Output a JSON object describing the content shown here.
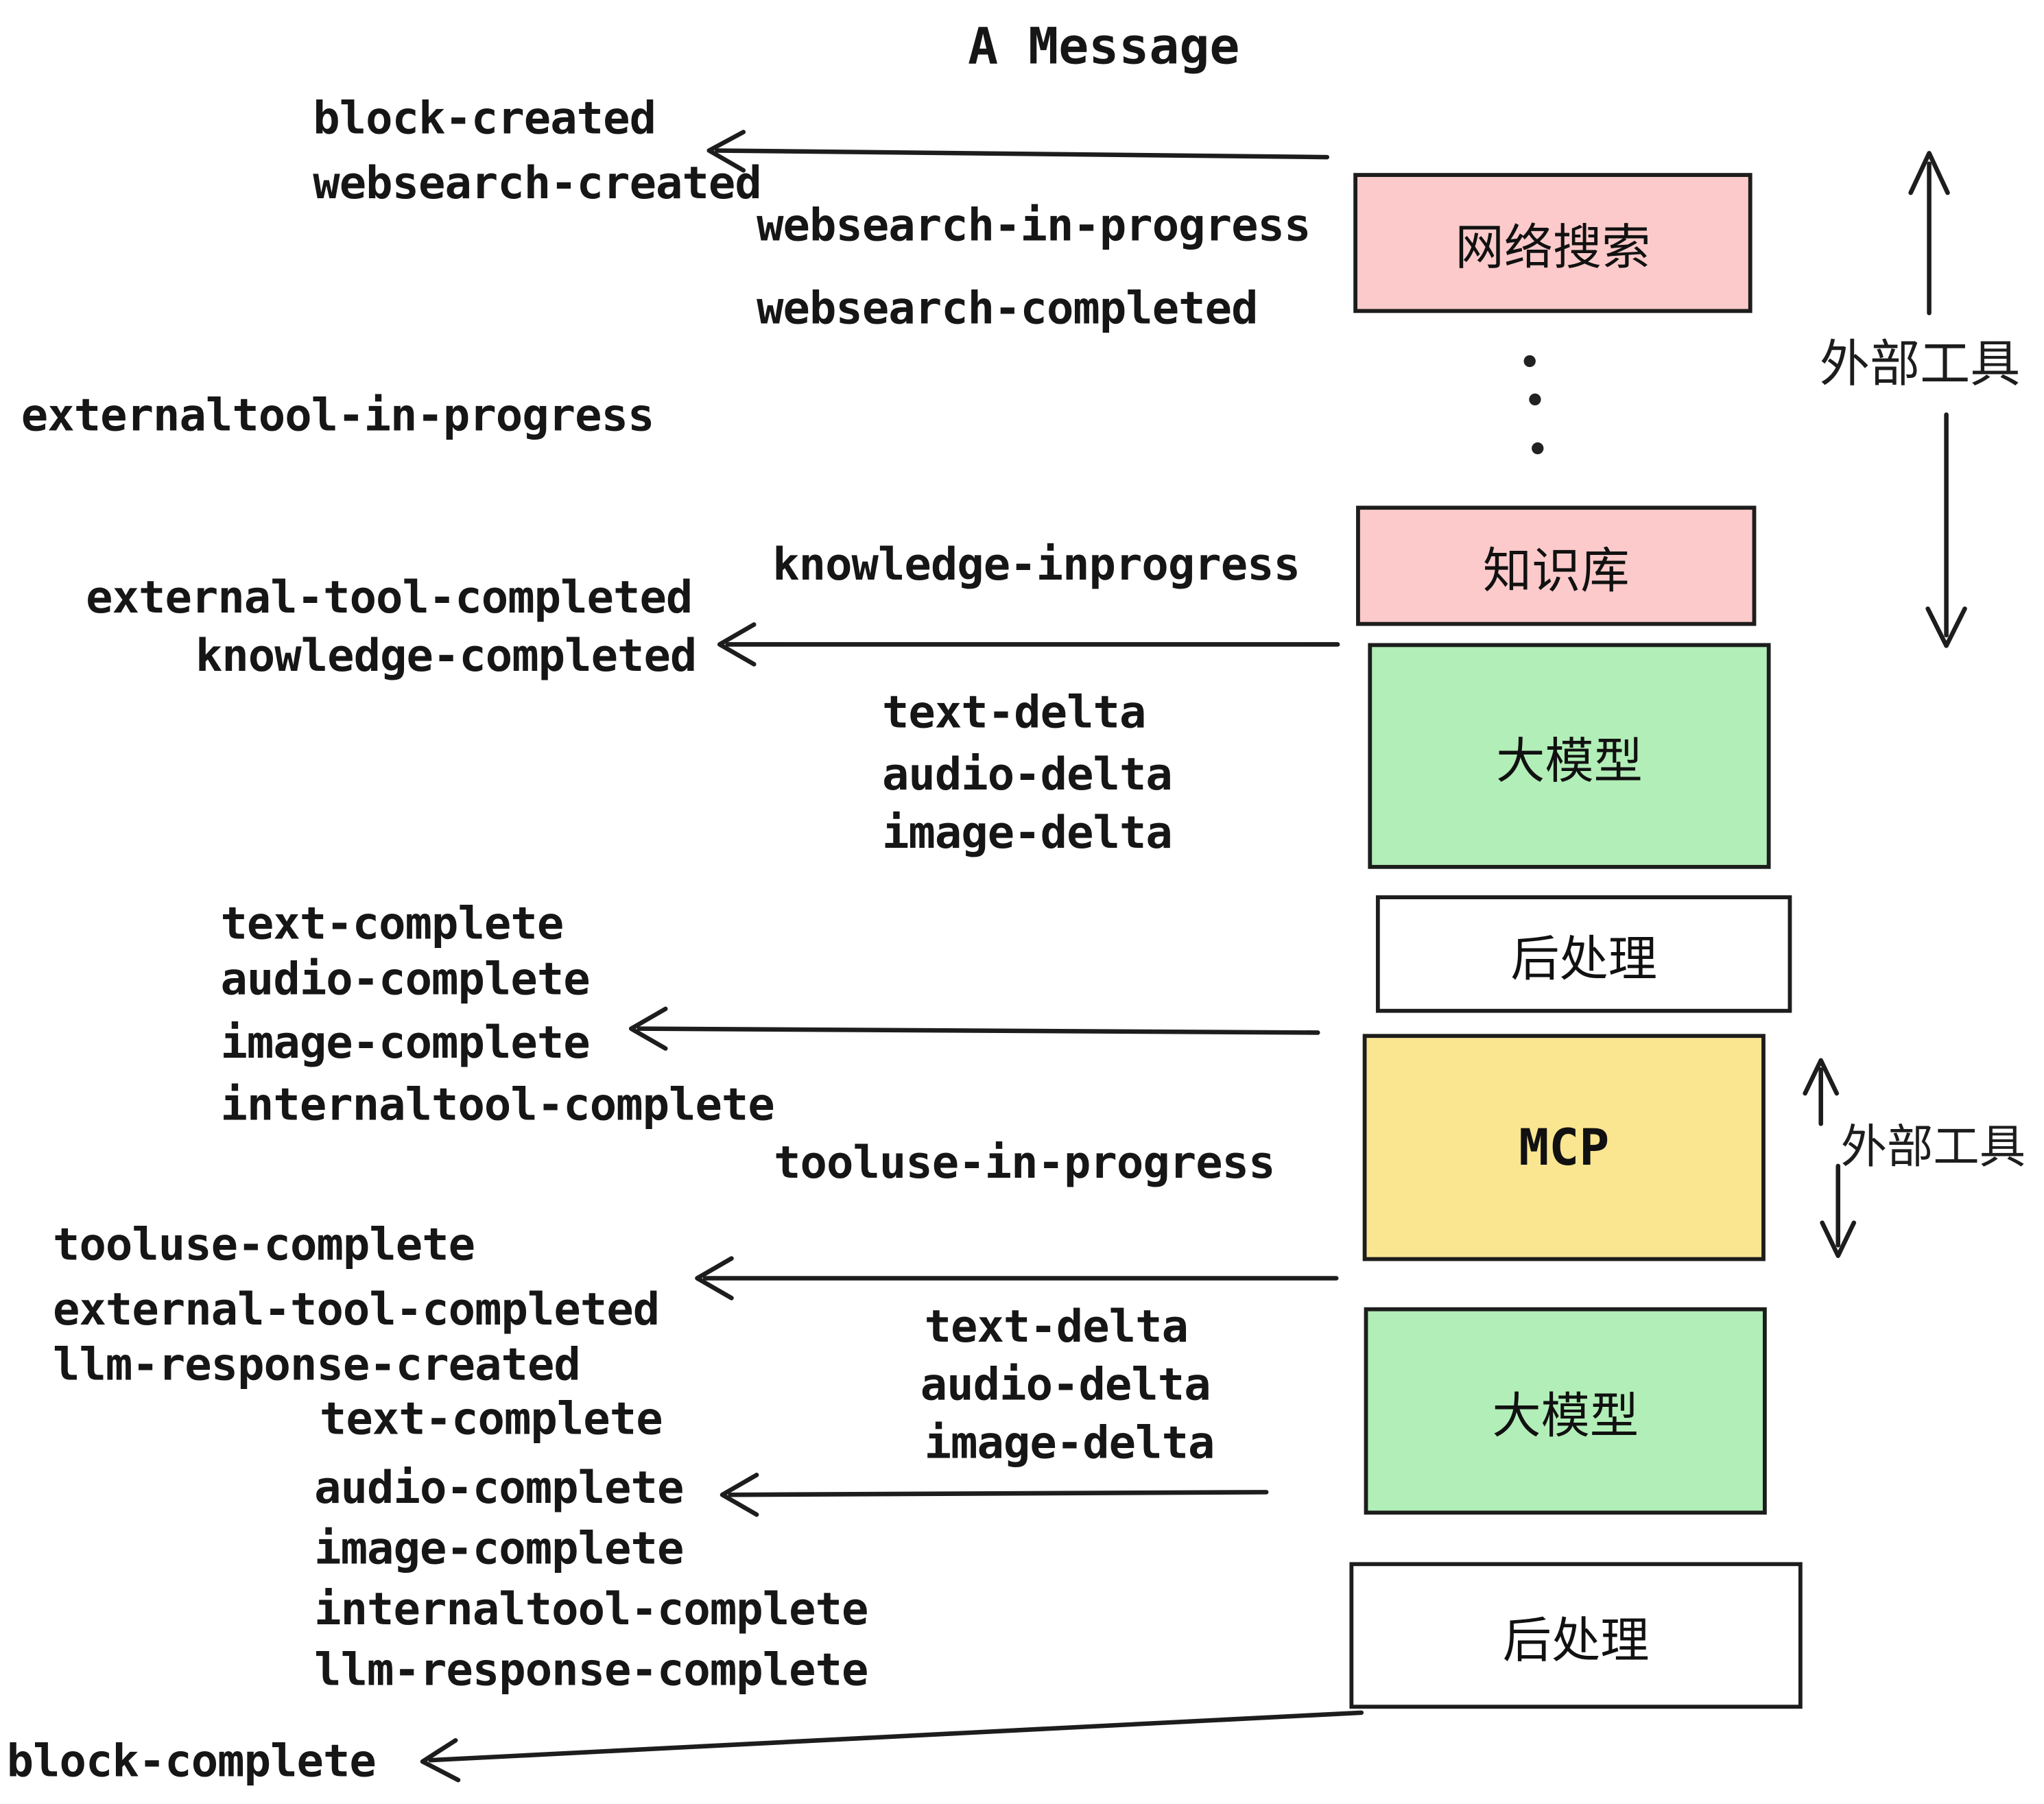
{
  "title": "A Message",
  "boxes": [
    {
      "name": "websearch",
      "label": "网络搜索",
      "fill": "#fccaca"
    },
    {
      "name": "knowledge-base",
      "label": "知识库",
      "fill": "#fccaca"
    },
    {
      "name": "llm-1",
      "label": "大模型",
      "fill": "#b2eeb7"
    },
    {
      "name": "postprocess-1",
      "label": "后处理",
      "fill": "#ffffff"
    },
    {
      "name": "mcp",
      "label": "MCP",
      "fill": "#fae691"
    },
    {
      "name": "llm-2",
      "label": "大模型",
      "fill": "#b2eeb7"
    },
    {
      "name": "postprocess-2",
      "label": "后处理",
      "fill": "#ffffff"
    }
  ],
  "event_labels": [
    {
      "text": "block-created"
    },
    {
      "text": "websearch-created"
    },
    {
      "text": "websearch-in-progress"
    },
    {
      "text": "websearch-completed"
    },
    {
      "text": "externaltool-in-progress"
    },
    {
      "text": "knowledge-inprogress"
    },
    {
      "text": "external-tool-completed"
    },
    {
      "text": "knowledge-completed"
    },
    {
      "text": "text-delta"
    },
    {
      "text": "audio-delta"
    },
    {
      "text": "image-delta"
    },
    {
      "text": "text-complete"
    },
    {
      "text": "audio-complete"
    },
    {
      "text": "image-complete"
    },
    {
      "text": "internaltool-complete"
    },
    {
      "text": "tooluse-in-progress"
    },
    {
      "text": "tooluse-complete"
    },
    {
      "text": "external-tool-completed"
    },
    {
      "text": "llm-response-created"
    },
    {
      "text": "text-complete"
    },
    {
      "text": "text-delta"
    },
    {
      "text": "audio-delta"
    },
    {
      "text": "image-delta"
    },
    {
      "text": "audio-complete"
    },
    {
      "text": "image-complete"
    },
    {
      "text": "internaltool-complete"
    },
    {
      "text": "llm-response-complete"
    },
    {
      "text": "block-complete"
    }
  ],
  "side_annotations": [
    {
      "name": "external-tools-top",
      "label": "外部工具"
    },
    {
      "name": "external-tools-mcp",
      "label": "外部工具"
    }
  ],
  "colors": {
    "ink": "#1d1d1d",
    "tool_pink": "#fccaca",
    "llm_green": "#b2eeb7",
    "mcp_yellow": "#fae691",
    "background": "#ffffff"
  }
}
